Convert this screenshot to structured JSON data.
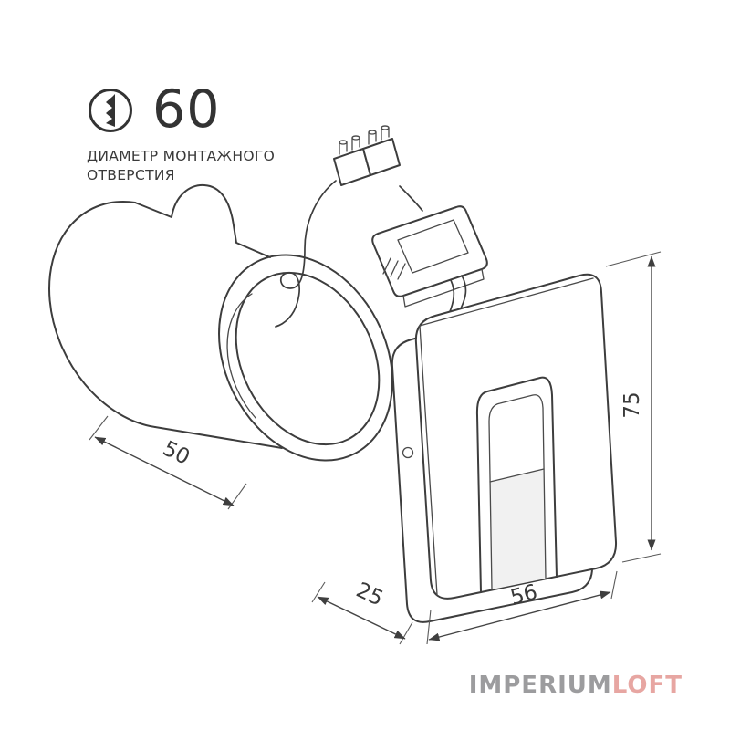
{
  "spec": {
    "diameter_value": "60",
    "label_line1": "ДИАМЕТР МОНТАЖНОГО",
    "label_line2": "ОТВЕРСТИЯ"
  },
  "dimensions": {
    "cup_depth": "50",
    "mount_depth": "25",
    "plate_width": "56",
    "plate_height": "75"
  },
  "icons": {
    "mounting_hole": "mounting-hole-diameter-icon"
  },
  "watermark": {
    "part1": "IMPERIUM",
    "part2": "LOFT"
  },
  "colors": {
    "line": "#3d3d3d",
    "text": "#333333",
    "watermark_primary": "#9c9c9e",
    "watermark_accent": "#e7a6a2",
    "background": "#ffffff"
  }
}
